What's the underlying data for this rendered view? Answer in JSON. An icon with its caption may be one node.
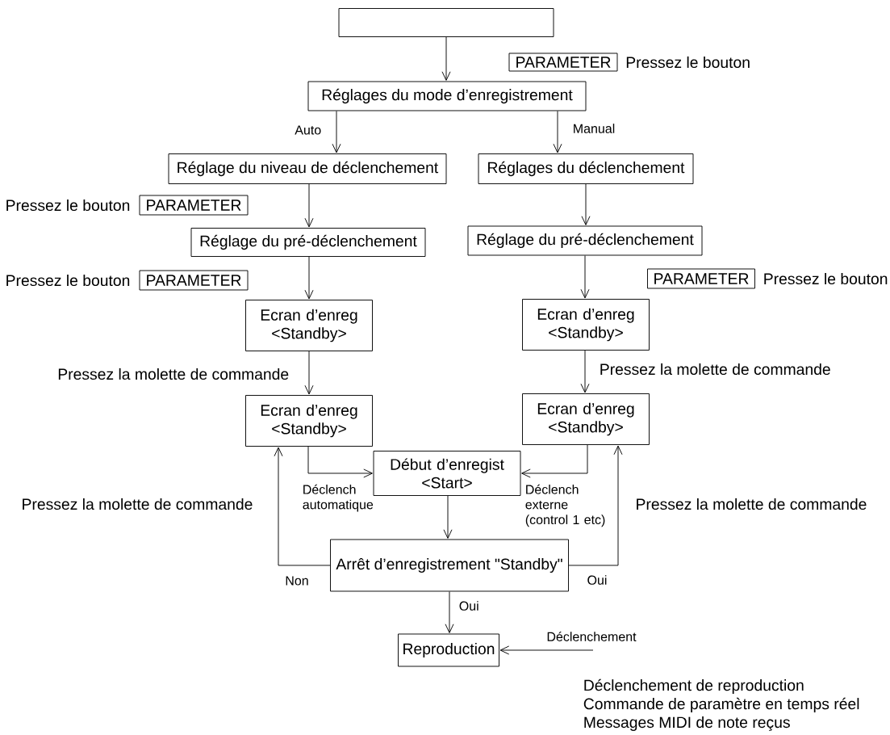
{
  "diagram": {
    "nodes": [
      {
        "text": [],
        "shape": "box"
      },
      {
        "text": [
          "PARAMETER"
        ],
        "beside": [
          "Pressez le bouton"
        ]
      },
      {
        "text": [
          "Réglages du mode d’enregistrement"
        ]
      },
      {
        "text": [
          "Réglage du niveau de déclenchement"
        ]
      },
      {
        "text": [
          "Réglages du déclenchement"
        ]
      },
      {
        "text": [
          "PARAMETER"
        ],
        "beside": [
          "Pressez le bouton"
        ]
      },
      {
        "text": [
          "Réglage du pré-déclenchement"
        ]
      },
      {
        "text": [
          "Réglage du pré-déclenchement"
        ]
      },
      {
        "text": [
          "PARAMETER"
        ],
        "beside": [
          "Pressez le bouton"
        ]
      },
      {
        "text": [
          "PARAMETER"
        ],
        "beside": [
          "Pressez le bouton"
        ]
      },
      {
        "text": [
          "Ecran d’enreg <Standby>"
        ]
      },
      {
        "text": [
          "Ecran d’enreg <Standby>"
        ]
      },
      {
        "text": [
          "Ecran d’enreg <Standby>"
        ]
      },
      {
        "text": [
          "Ecran d’enreg <Standby>"
        ]
      },
      {
        "text": [
          "Début d’enregist <Start>"
        ]
      },
      {
        "text": [
          "Arrêt d’enregistrement \"Standby\""
        ]
      },
      {
        "text": [
          "Reproduction"
        ]
      }
    ],
    "edges": [
      {
        "from": 0,
        "to": 2,
        "arrow": "to"
      },
      {
        "from": 2,
        "to": 3,
        "arrow": "to",
        "label": "Auto"
      },
      {
        "from": 2,
        "to": 4,
        "arrow": "to",
        "label": "Manual"
      },
      {
        "from": 3,
        "to": 6,
        "arrow": "to"
      },
      {
        "from": 4,
        "to": 7,
        "arrow": "to"
      },
      {
        "from": 6,
        "to": 10,
        "arrow": "to"
      },
      {
        "from": 7,
        "to": 11,
        "arrow": "to"
      },
      {
        "from": 10,
        "to": 12,
        "arrow": "to",
        "label": "Pressez la molette de commande"
      },
      {
        "from": 11,
        "to": 13,
        "arrow": "to",
        "label": "Pressez la molette de commande"
      },
      {
        "from": 12,
        "to": 14,
        "arrow": "to",
        "label": "Déclench automatique"
      },
      {
        "from": 13,
        "to": 14,
        "arrow": "to",
        "label": "Déclench externe (control 1 etc)"
      },
      {
        "from": 14,
        "to": 15,
        "arrow": "to"
      },
      {
        "from": 15,
        "to": 12,
        "arrow": "to",
        "label": "Non"
      },
      {
        "from": 15,
        "to": 13,
        "arrow": "to",
        "label": "Oui"
      },
      {
        "from": 15,
        "to": 16,
        "arrow": "to",
        "label": "Oui"
      },
      {
        "from": null,
        "to": 16,
        "arrow": "to",
        "label": "Déclenchement"
      }
    ],
    "labels": [
      "Pressez la molette de commande",
      "Pressez la molette de commande",
      "Déclenchement de reproduction",
      "Commande de paramètre en temps réel",
      "Messages MIDI de note reçus"
    ]
  }
}
